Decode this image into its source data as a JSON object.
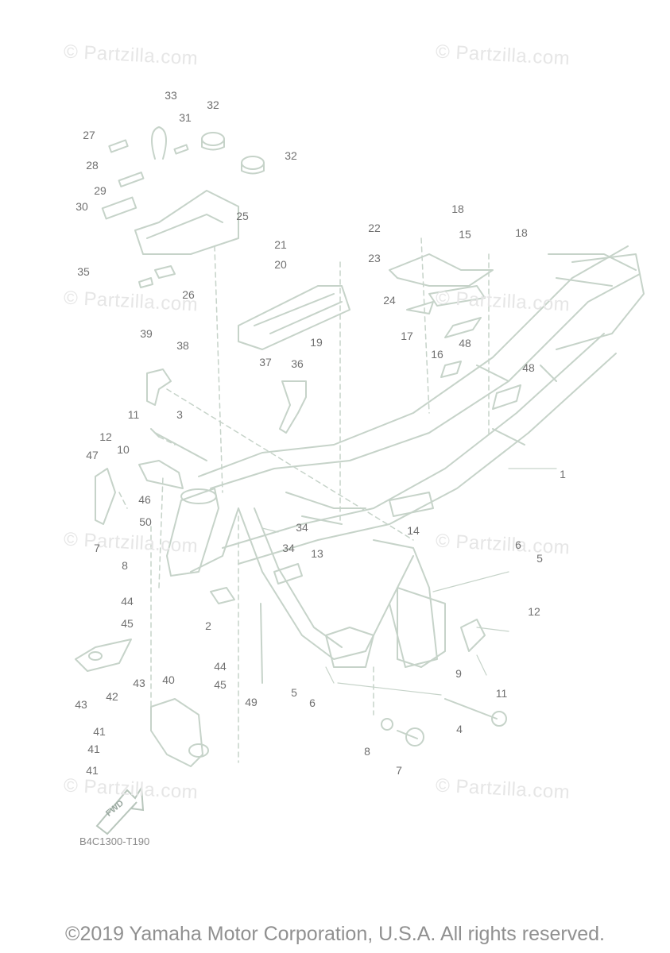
{
  "watermark_text": "© Partzilla.com",
  "diagram_code": "B4C1300-T190",
  "copyright": "©2019 Yamaha Motor Corporation, U.S.A. All rights reserved.",
  "fwd_label": "FWD",
  "colors": {
    "line": "#c6d3c9",
    "callout": "#707070",
    "watermark": "#e6e6e6"
  },
  "callouts": [
    {
      "n": "33"
    },
    {
      "n": "32"
    },
    {
      "n": "31"
    },
    {
      "n": "27"
    },
    {
      "n": "32"
    },
    {
      "n": "28"
    },
    {
      "n": "29"
    },
    {
      "n": "30"
    },
    {
      "n": "25"
    },
    {
      "n": "35"
    },
    {
      "n": "26"
    },
    {
      "n": "21"
    },
    {
      "n": "20"
    },
    {
      "n": "22"
    },
    {
      "n": "23"
    },
    {
      "n": "18"
    },
    {
      "n": "15"
    },
    {
      "n": "18"
    },
    {
      "n": "24"
    },
    {
      "n": "17"
    },
    {
      "n": "16"
    },
    {
      "n": "48"
    },
    {
      "n": "48"
    },
    {
      "n": "19"
    },
    {
      "n": "39"
    },
    {
      "n": "38"
    },
    {
      "n": "37"
    },
    {
      "n": "36"
    },
    {
      "n": "11"
    },
    {
      "n": "3"
    },
    {
      "n": "12"
    },
    {
      "n": "10"
    },
    {
      "n": "47"
    },
    {
      "n": "46"
    },
    {
      "n": "50"
    },
    {
      "n": "1"
    },
    {
      "n": "14"
    },
    {
      "n": "34"
    },
    {
      "n": "34"
    },
    {
      "n": "7"
    },
    {
      "n": "8"
    },
    {
      "n": "13"
    },
    {
      "n": "6"
    },
    {
      "n": "5"
    },
    {
      "n": "12"
    },
    {
      "n": "2"
    },
    {
      "n": "44"
    },
    {
      "n": "45"
    },
    {
      "n": "9"
    },
    {
      "n": "11"
    },
    {
      "n": "43"
    },
    {
      "n": "42"
    },
    {
      "n": "43"
    },
    {
      "n": "40"
    },
    {
      "n": "44"
    },
    {
      "n": "45"
    },
    {
      "n": "49"
    },
    {
      "n": "5"
    },
    {
      "n": "6"
    },
    {
      "n": "4"
    },
    {
      "n": "41"
    },
    {
      "n": "41"
    },
    {
      "n": "41"
    },
    {
      "n": "8"
    },
    {
      "n": "7"
    }
  ]
}
